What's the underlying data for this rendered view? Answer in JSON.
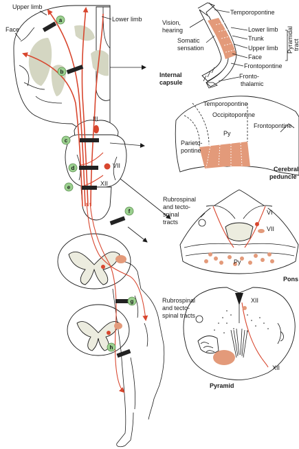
{
  "left_labels": {
    "upper_limb": "Upper limb",
    "face": "Face",
    "lower_limb": "Lower limb",
    "cranial_III": "III",
    "cranial_VII": "VII",
    "cranial_XII": "XII"
  },
  "lesion_sites": [
    "a",
    "b",
    "c",
    "d",
    "e",
    "f",
    "g",
    "h"
  ],
  "internal_capsule": {
    "title": "Internal capsule",
    "temporopontine": "Temporopontine",
    "vision_hearing": "Vision, hearing",
    "somatic_sensation": "Somatic sensation",
    "lower_limb": "Lower limb",
    "trunk": "Trunk",
    "upper_limb": "Upper limb",
    "face": "Face",
    "frontopontine": "Frontopontine",
    "frontothalamic": "Fronto- thalamic",
    "pyramidal_tract": "Pyramidal tract"
  },
  "cerebral_peduncle": {
    "title": "Cerebral peduncle",
    "temporopontine": "Temporopontine",
    "occipitopontine": "Occipitopontine",
    "py": "Py",
    "frontopontine": "Frontopontine",
    "parietopontine": "Parieto- pontine"
  },
  "pons": {
    "title": "Pons",
    "rubrospinal": "Rubrospinal and tecto- spinal tracts",
    "VI": "VI",
    "VII": "VII",
    "py": "Py"
  },
  "pyramid": {
    "title": "Pyramid",
    "rubrospinal": "Rubrospinal and tecto- spinal tracts",
    "XII_top": "XII",
    "XII_bottom": "XII"
  },
  "colors": {
    "tract": "#d8462e",
    "lesion_bar": "#222222",
    "badge": "#9bd08f",
    "fiber_area": "#e39a7a",
    "grey_matter": "#ececdf"
  }
}
